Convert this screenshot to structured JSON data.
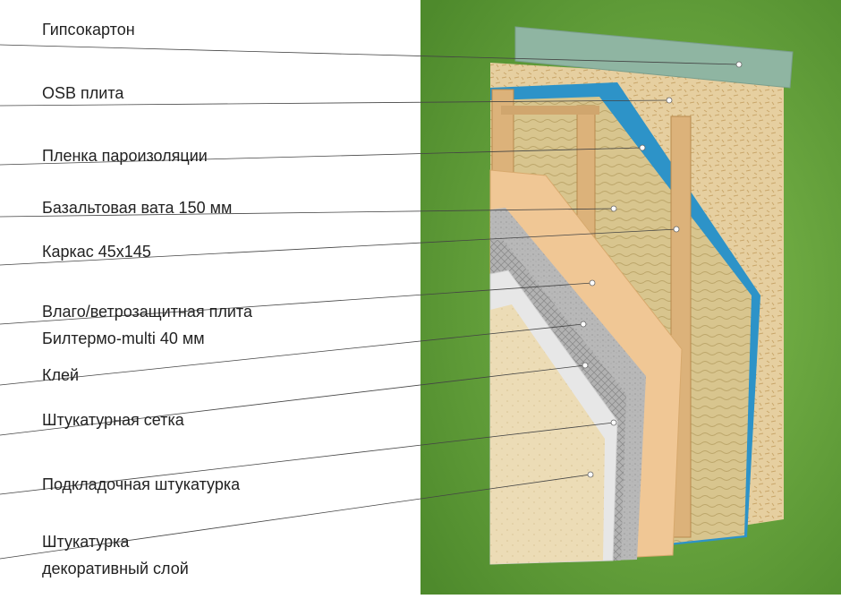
{
  "colors": {
    "background_green": "#5f9a38",
    "drywall": "#8fb5a2",
    "osb": "#e6cfa0",
    "vapor_film": "#2d93c8",
    "basalt_wool": "#d8c58e",
    "frame_wood": "#dcb27a",
    "wind_board": "#f0c795",
    "glue": "#bdbdbd",
    "mesh": "#a8a8a8",
    "base_plaster": "#e7e7e7",
    "decorative_plaster": "#ecdcb6",
    "leader_line": "#444444",
    "marker": "#ffffff"
  },
  "layers": [
    {
      "id": "gypsum",
      "label": "Гипсокартон"
    },
    {
      "id": "osb",
      "label": "OSB плита"
    },
    {
      "id": "vapor",
      "label": "Пленка пароизоляции"
    },
    {
      "id": "wool",
      "label": "Базальтовая вата 150 мм"
    },
    {
      "id": "frame",
      "label": "Каркас 45х145"
    },
    {
      "id": "board",
      "label": "Влаго/ветрозащитная плита",
      "label2": "Билтермо-multi 40 мм"
    },
    {
      "id": "glue",
      "label": "Клей"
    },
    {
      "id": "mesh",
      "label": "Штукатурная сетка"
    },
    {
      "id": "base",
      "label": "Подкладочная штукатурка"
    },
    {
      "id": "deco",
      "label": "Штукатурка",
      "label2": "декоративный слой"
    }
  ]
}
